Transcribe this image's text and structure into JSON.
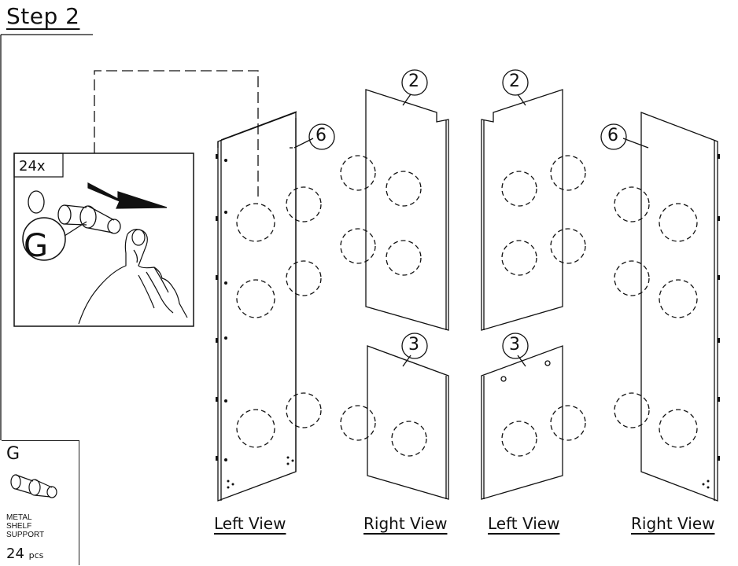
{
  "step": {
    "title": "Step 2"
  },
  "detail": {
    "count": "24x",
    "part_letter": "G"
  },
  "parts_legend": {
    "letter": "G",
    "description_lines": [
      "METAL",
      "SHELF",
      "SUPPORT"
    ],
    "quantity": "24",
    "unit": "pcs"
  },
  "panels": [
    {
      "callout": "6",
      "view": "Left View"
    },
    {
      "callout": "2",
      "view": "Right View"
    },
    {
      "callout": "3",
      "view": ""
    },
    {
      "callout": "2",
      "view": "Left View"
    },
    {
      "callout": "3",
      "view": ""
    },
    {
      "callout": "6",
      "view": "Right View"
    }
  ],
  "icons": [
    "shelf-pin-icon",
    "hand-icon",
    "arrow-icon"
  ]
}
